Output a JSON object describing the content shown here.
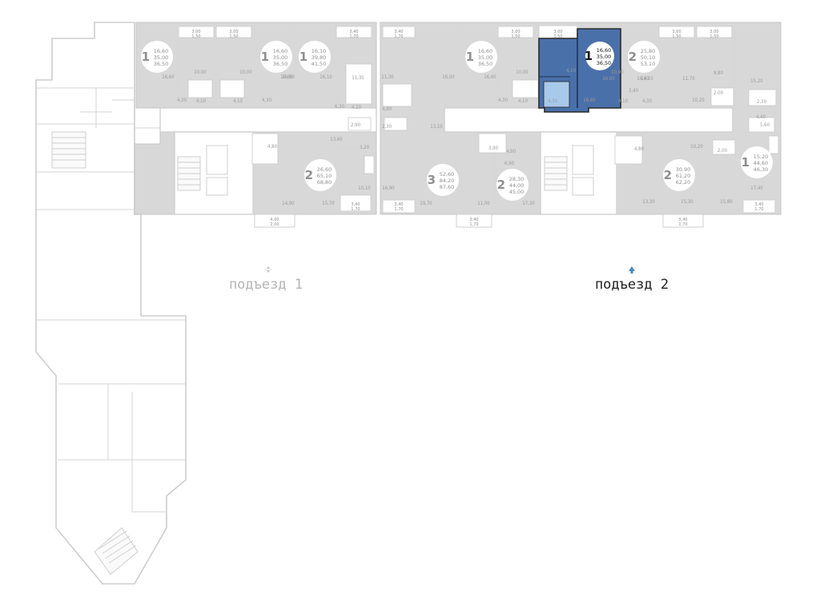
{
  "entrances": [
    {
      "label": "подъезд 1",
      "active": false
    },
    {
      "label": "подъезд 2",
      "active": true
    }
  ],
  "apartments": [
    {
      "id": "a1",
      "rooms": "1",
      "living": "16,60",
      "total": "35,00",
      "full": "36,50"
    },
    {
      "id": "a2",
      "rooms": "1",
      "living": "16,60",
      "total": "35,00",
      "full": "36,50"
    },
    {
      "id": "a3",
      "rooms": "1",
      "living": "16,10",
      "total": "39,80",
      "full": "41,50"
    },
    {
      "id": "a4",
      "rooms": "2",
      "living": "26,60",
      "total": "65,10",
      "full": "68,80"
    },
    {
      "id": "a5",
      "rooms": "1",
      "living": "16,60",
      "total": "35,00",
      "full": "36,50"
    },
    {
      "id": "a6",
      "rooms": "1",
      "living": "16,60",
      "total": "35,00",
      "full": "36,50",
      "selected": true
    },
    {
      "id": "a7",
      "rooms": "2",
      "living": "25,80",
      "total": "50,10",
      "full": "53,10"
    },
    {
      "id": "a8",
      "rooms": "3",
      "living": "52,60",
      "total": "84,20",
      "full": "87,60"
    },
    {
      "id": "a9",
      "rooms": "2",
      "living": "28,30",
      "total": "44,00",
      "full": "45,00"
    },
    {
      "id": "a10",
      "rooms": "2",
      "living": "30,90",
      "total": "61,20",
      "full": "62,20"
    },
    {
      "id": "a11",
      "rooms": "1",
      "living": "15,20",
      "total": "44,60",
      "full": "46,30"
    }
  ],
  "room_labels": [
    "16,60",
    "10,00",
    "4,10",
    "4,30",
    "16,60",
    "10,00",
    "4,10",
    "4,30",
    "16,60",
    "16,10",
    "11,30",
    "6,30",
    "4,10",
    "2,90",
    "4,80",
    "13,60",
    "3,20",
    "10,10",
    "14,90",
    "15,70",
    "11,30",
    "4,90",
    "2,30",
    "13,10",
    "16,00",
    "16,60",
    "10,00",
    "4,10",
    "4,30",
    "16,90",
    "19,70",
    "11,00",
    "3,90",
    "4,90",
    "6,90",
    "17,30",
    "10,00",
    "4,10",
    "4,30",
    "16,60",
    "14,10",
    "11,70",
    "9,80",
    "2,00",
    "10,20",
    "3,40",
    "15,20",
    "2,30",
    "4,40",
    "5,60",
    "4,80",
    "10,20",
    "2,00",
    "13,30",
    "15,30",
    "15,80",
    "17,40"
  ],
  "balcony_labels": [
    "3,00",
    "1,50",
    "3,00",
    "1,50",
    "3,40",
    "1,70",
    "4,00",
    "2,00",
    "3,40",
    "1,70",
    "3,40",
    "1,70",
    "3,00",
    "1,50",
    "3,00",
    "1,50",
    "3,00",
    "1,50",
    "3,00",
    "1,50",
    "3,00",
    "1,50",
    "3,40",
    "1,70",
    "3,40",
    "1,70",
    "3,40",
    "1,70",
    "3,40",
    "1,70",
    "3,40",
    "1,70"
  ],
  "colors": {
    "selected": "#4a70a9",
    "wall": "#d8d8d8",
    "arrow_active": "#4a86c8",
    "arrow_inactive": "#c8c8c8"
  }
}
